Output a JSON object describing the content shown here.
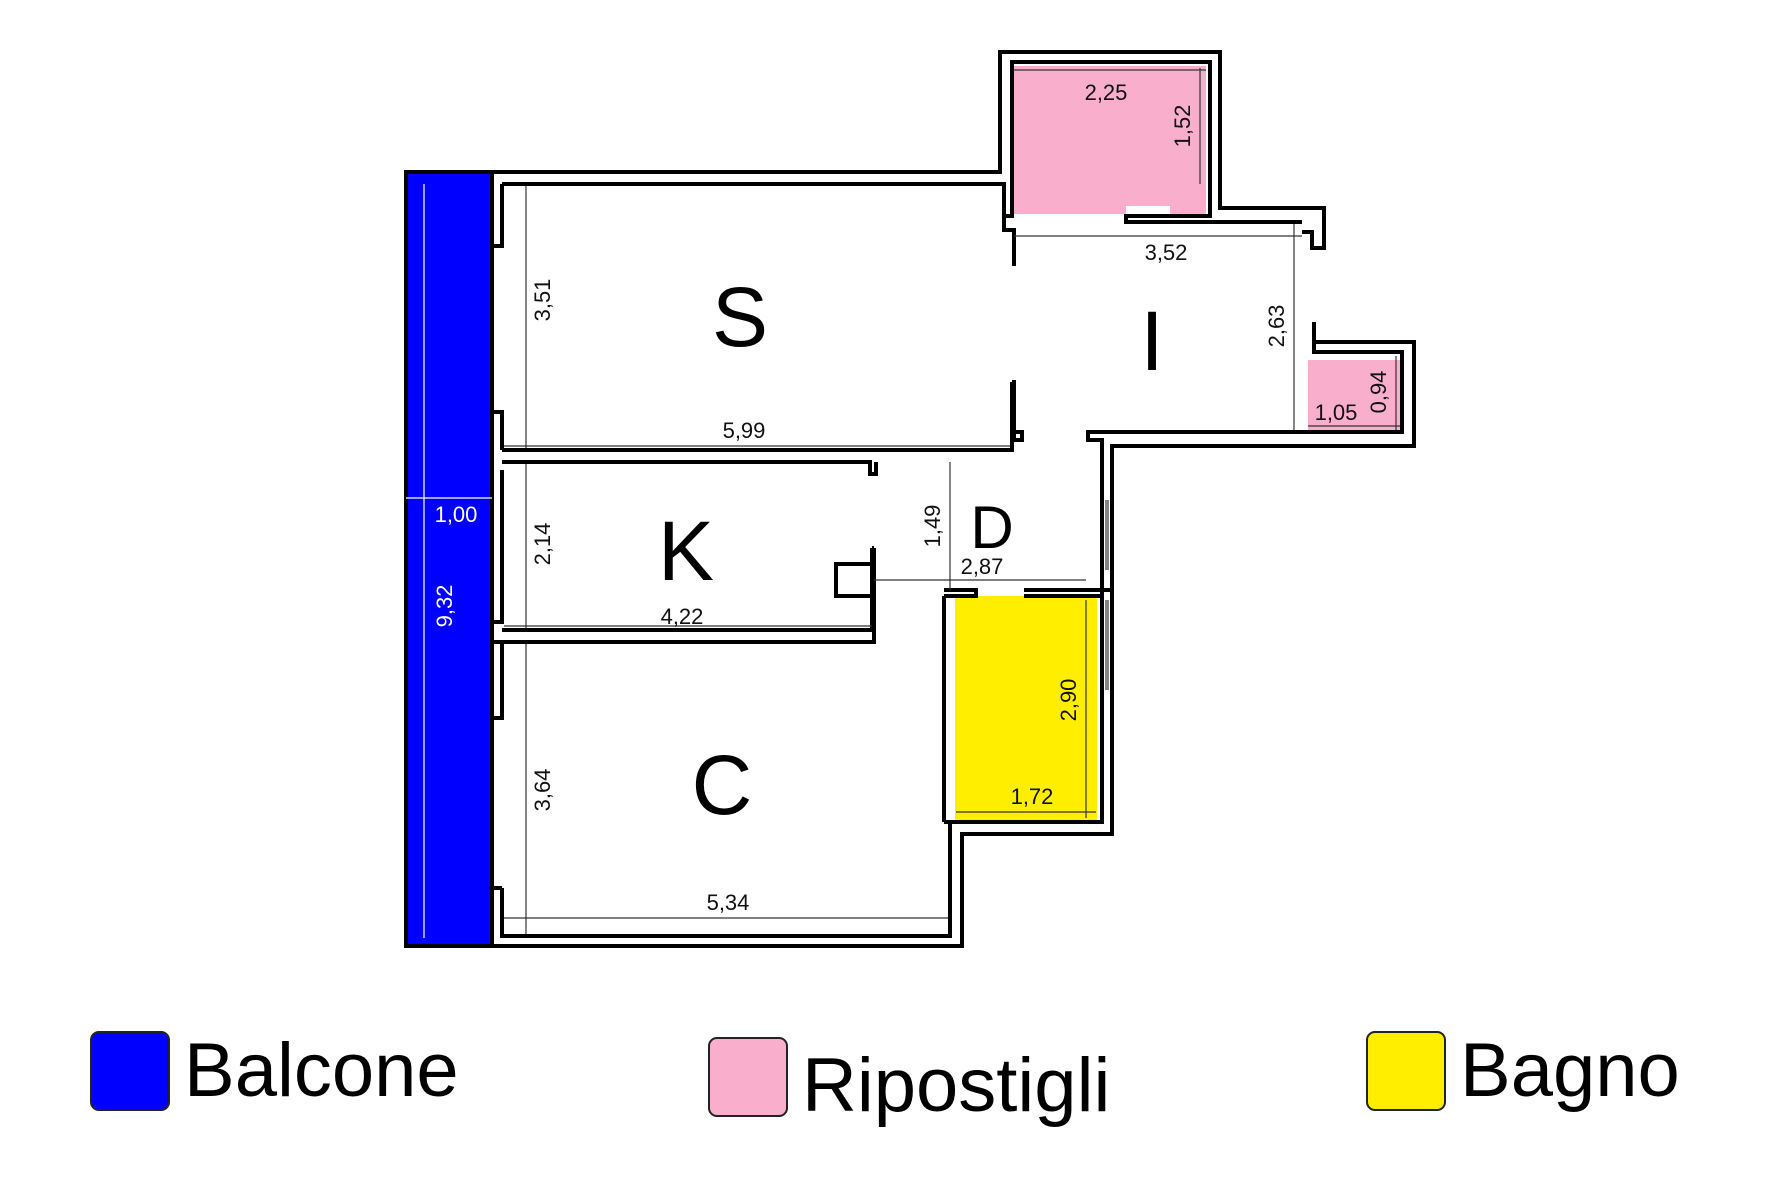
{
  "colors": {
    "balcone": "#0000ff",
    "ripostigli": "#f9aecb",
    "bagno": "#ffee00"
  },
  "rooms": {
    "soggiorno": "S",
    "ingresso": "I",
    "cucina": "K",
    "disimpegno": "D",
    "camera": "C"
  },
  "dimensions": {
    "ripostiglio_top_width": "2,25",
    "ripostiglio_top_height": "1,52",
    "ingresso_width": "3,52",
    "ingresso_height": "2,63",
    "soggiorno_height": "3,51",
    "soggiorno_width": "5,99",
    "ripostiglio_small_height": "0,94",
    "ripostiglio_small_width": "1,05",
    "balcone_width": "1,00",
    "balcone_length": "9,32",
    "cucina_height": "2,14",
    "cucina_width": "4,22",
    "disimpegno_height": "1,49",
    "disimpegno_width": "2,87",
    "bagno_height": "2,90",
    "bagno_width": "1,72",
    "camera_height": "3,64",
    "camera_width": "5,34"
  },
  "legend": [
    {
      "label": "Balcone",
      "color": "#0000ff"
    },
    {
      "label": "Ripostigli",
      "color": "#f9aecb"
    },
    {
      "label": "Bagno",
      "color": "#ffee00"
    }
  ]
}
